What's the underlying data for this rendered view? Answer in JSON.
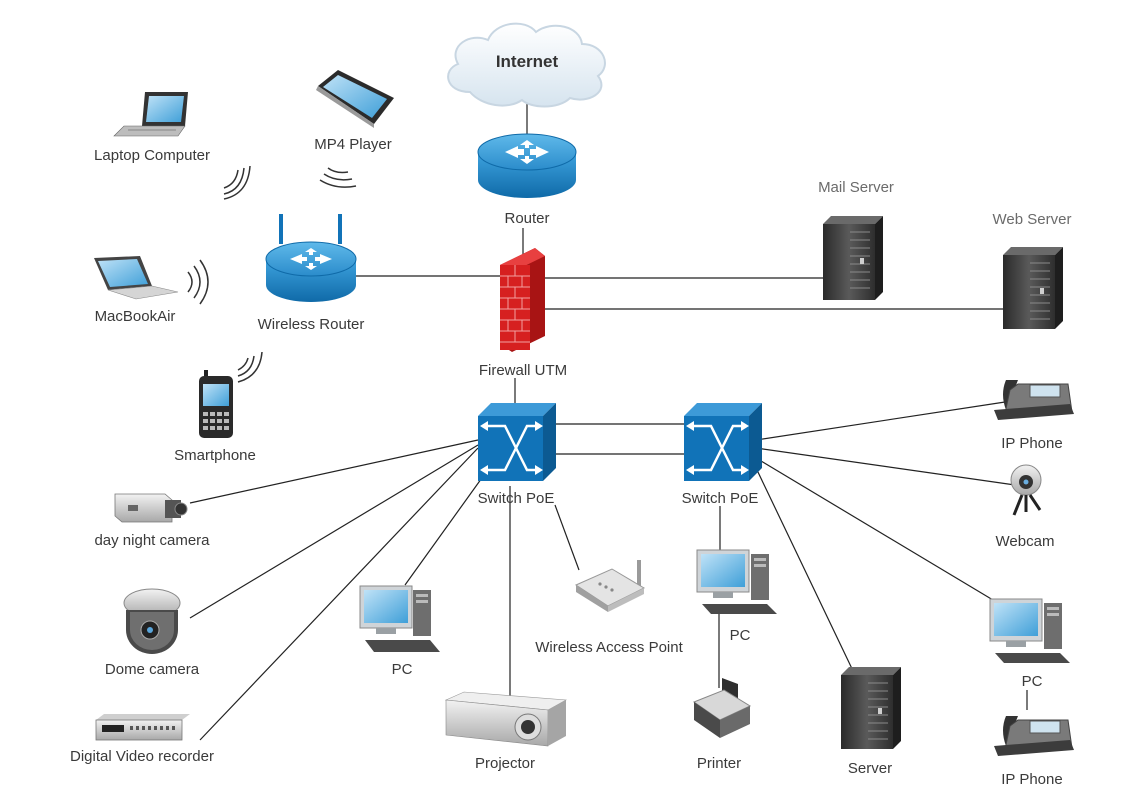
{
  "nodes": {
    "internet": "Internet",
    "router": "Router",
    "wireless_router": "Wireless Router",
    "firewall": "Firewall UTM",
    "mail_server": "Mail Server",
    "web_server": "Web Server",
    "laptop": "Laptop Computer",
    "mp4_player": "MP4 Player",
    "macbook_air": "MacBookAir",
    "smartphone": "Smartphone",
    "switch_left": "Switch PoE",
    "switch_right": "Switch PoE",
    "day_night_camera": "day night camera",
    "dome_camera": "Dome camera",
    "dvr": "Digital Video recorder",
    "pc_left": "PC",
    "projector": "Projector",
    "wap": "Wireless Access Point",
    "pc_mid": "PC",
    "printer": "Printer",
    "server": "Server",
    "ip_phone_top": "IP Phone",
    "webcam": "Webcam",
    "pc_right": "PC",
    "ip_phone_bottom": "IP Phone"
  },
  "colors": {
    "router_blue": "#1b7fbf",
    "switch_blue": "#1173b8",
    "firewall_red": "#d62020",
    "server_dark": "#3c3c3c"
  }
}
